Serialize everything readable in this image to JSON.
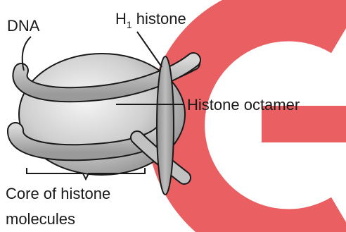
{
  "labels": {
    "dna": "DNA",
    "h1_histone_prefix": "H",
    "h1_histone_subscript": "1",
    "h1_histone_suffix": " histone",
    "histone_octamer": "Histone octamer",
    "core_line1": "Core of histone",
    "core_line2": "molecules"
  },
  "colors": {
    "watermark": "#e8565a",
    "ink": "#1a1a1a",
    "sphere_light": "#f4f4f4",
    "sphere_dark": "#8a8a8a",
    "dna_strand": "#b8b8b8",
    "h1_fill": "#a9a9a9"
  }
}
